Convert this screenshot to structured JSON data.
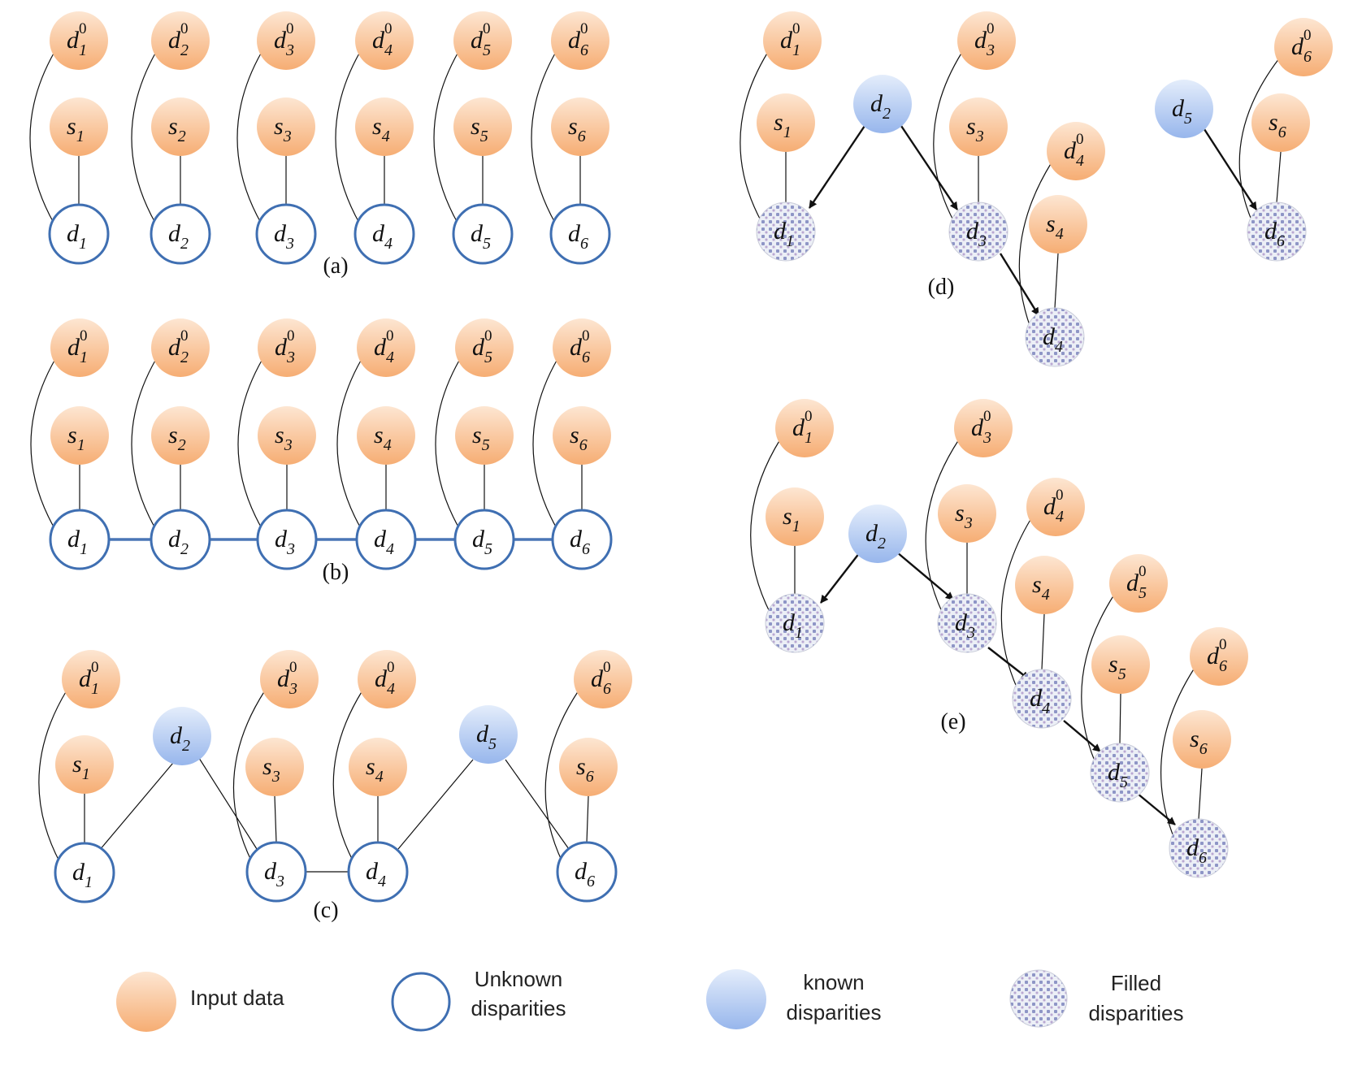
{
  "colors": {
    "input_fill_top": "#fde3cd",
    "input_fill_bottom": "#f7b37c",
    "known_fill_top": "#e2ecfb",
    "known_fill_bottom": "#9dbbee",
    "node_stroke_unknown": "#3f6fb2",
    "edge_thin": "#111111",
    "edge_chain": "#4a76b6"
  },
  "panels": {
    "a": {
      "label": "(a)"
    },
    "b": {
      "label": "(b)"
    },
    "c": {
      "label": "(c)"
    },
    "d": {
      "label": "(d)"
    },
    "e": {
      "label": "(e)"
    }
  },
  "legend": {
    "input": {
      "text": "Input data"
    },
    "unknown": {
      "line1": "Unknown",
      "line2": "disparities"
    },
    "known": {
      "line1": "known",
      "line2": "disparities"
    },
    "filled": {
      "line1": "Filled",
      "line2": "disparities"
    }
  }
}
